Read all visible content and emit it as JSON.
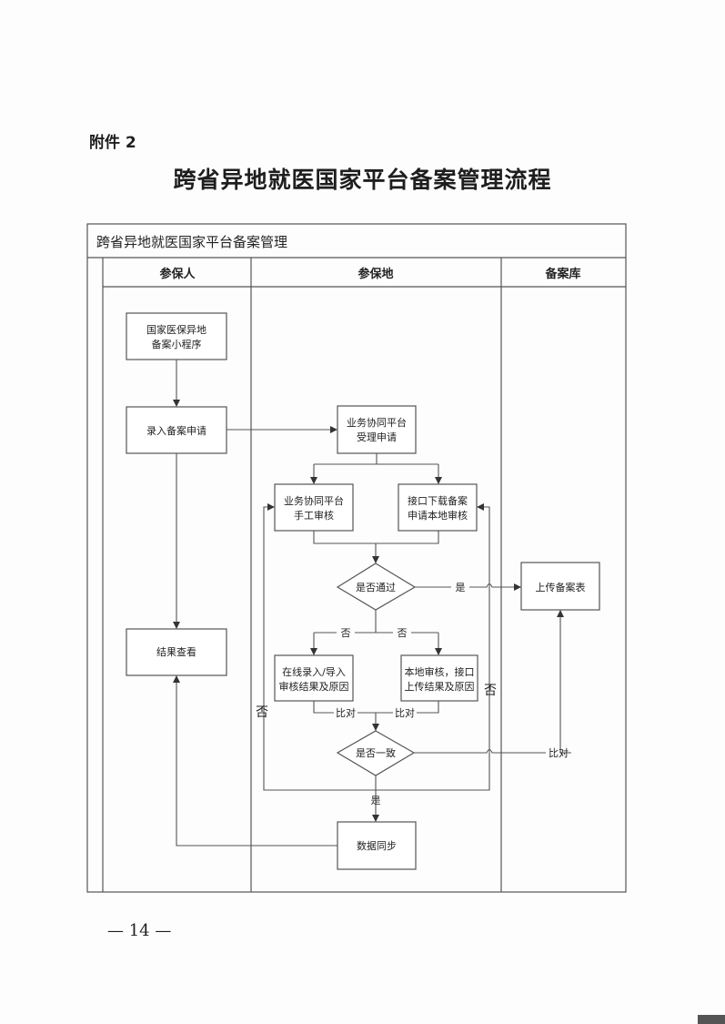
{
  "annex_label": "附件 2",
  "document_title": "跨省异地就医国家平台备案管理流程",
  "diagram": {
    "pool_title": "跨省异地就医国家平台备案管理",
    "lanes": [
      {
        "label": "参保人"
      },
      {
        "label": "参保地"
      },
      {
        "label": "备案库"
      }
    ],
    "nodes": {
      "mini_program": {
        "line1": "国家医保异地",
        "line2": "备案小程序"
      },
      "submit_application": {
        "line1": "录入备案申请"
      },
      "accept_application": {
        "line1": "业务协同平台",
        "line2": "受理申请"
      },
      "manual_review": {
        "line1": "业务协同平台",
        "line2": "手工审核"
      },
      "interface_review": {
        "line1": "接口下载备案",
        "line2": "申请本地审核"
      },
      "passed_decision": {
        "line1": "是否通过"
      },
      "upload_record": {
        "line1": "上传备案表"
      },
      "online_entry": {
        "line1": "在线录入/导入",
        "line2": "审核结果及原因"
      },
      "local_review_upload": {
        "line1": "本地审核，接口",
        "line2": "上传结果及原因"
      },
      "consistent_decision": {
        "line1": "是否一致"
      },
      "view_result": {
        "line1": "结果查看"
      },
      "data_sync": {
        "line1": "数据同步"
      }
    },
    "edge_labels": {
      "yes": "是",
      "no": "否",
      "compare": "比对"
    }
  },
  "page_number": "— 14 —"
}
